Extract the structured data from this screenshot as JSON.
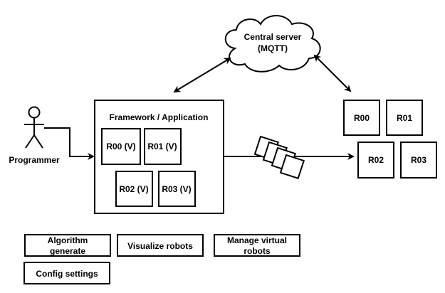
{
  "actor": {
    "label": "Programmer"
  },
  "cloud": {
    "line1": "Central server",
    "line2": "(MQTT)"
  },
  "framework": {
    "title": "Framework / Application",
    "virtual_robots": [
      "R00 (V)",
      "R01 (V)",
      "R02 (V)",
      "R03 (V)"
    ]
  },
  "physical_robots": [
    "R00",
    "R01",
    "R02",
    "R03"
  ],
  "features": {
    "algorithm_line1": "Algorithm",
    "algorithm_line2": "generate",
    "visualize": "Visualize robots",
    "manage_line1": "Manage virtual",
    "manage_line2": "robots",
    "config": "Config settings"
  },
  "colors": {
    "stroke": "#000000",
    "fill": "#ffffff"
  }
}
